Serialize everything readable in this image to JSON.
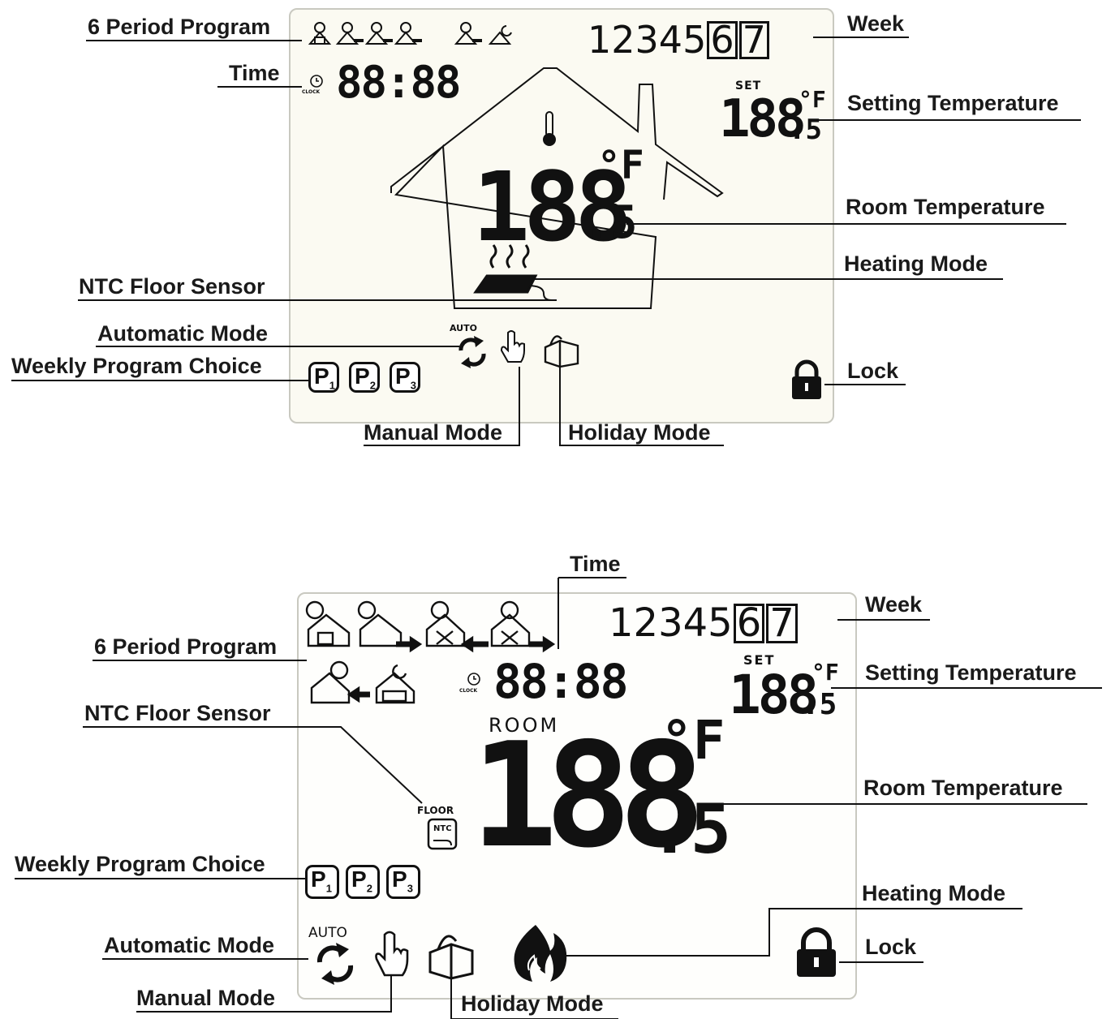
{
  "top": {
    "labels": {
      "period_program": "6 Period Program",
      "time": "Time",
      "ntc_floor_sensor": "NTC Floor Sensor",
      "automatic_mode": "Automatic Mode",
      "weekly_program_choice": "Weekly Program Choice",
      "manual_mode": "Manual Mode",
      "holiday_mode": "Holiday Mode",
      "week": "Week",
      "setting_temperature": "Setting Temperature",
      "room_temperature": "Room Temperature",
      "heating_mode": "Heating Mode",
      "lock": "Lock"
    },
    "display": {
      "time": "88:88",
      "clock": "CLOCK",
      "week_plain": "12345",
      "week_boxed": [
        "6",
        "7"
      ],
      "set": "SET",
      "set_temp": "188",
      "set_temp_decimal": ".5",
      "set_unit": "°F",
      "room_temp": "188",
      "room_temp_decimal": ".5",
      "room_unit": "°F",
      "auto": "AUTO",
      "programs": [
        "P",
        "P",
        "P"
      ],
      "program_subs": [
        "1",
        "2",
        "3"
      ]
    }
  },
  "bottom": {
    "labels": {
      "time": "Time",
      "period_program": "6 Period Program",
      "ntc_floor_sensor": "NTC Floor Sensor",
      "weekly_program_choice": "Weekly Program Choice",
      "automatic_mode": "Automatic Mode",
      "manual_mode": "Manual Mode",
      "holiday_mode": "Holiday Mode",
      "week": "Week",
      "setting_temperature": "Setting Temperature",
      "room_temperature": "Room Temperature",
      "heating_mode": "Heating Mode",
      "lock": "Lock"
    },
    "display": {
      "time": "88:88",
      "clock": "CLOCK",
      "week_plain": "12345",
      "week_boxed": [
        "6",
        "7"
      ],
      "set": "SET",
      "set_temp": "188",
      "set_temp_decimal": ".5",
      "set_unit": "°F",
      "room": "ROOM",
      "room_temp": "188",
      "room_temp_decimal": ".5",
      "room_unit": "°F",
      "floor": "FLOOR",
      "ntc": "NTC",
      "auto": "AUTO",
      "programs": [
        "P",
        "P",
        "P"
      ],
      "program_subs": [
        "1",
        "2",
        "3"
      ]
    }
  }
}
